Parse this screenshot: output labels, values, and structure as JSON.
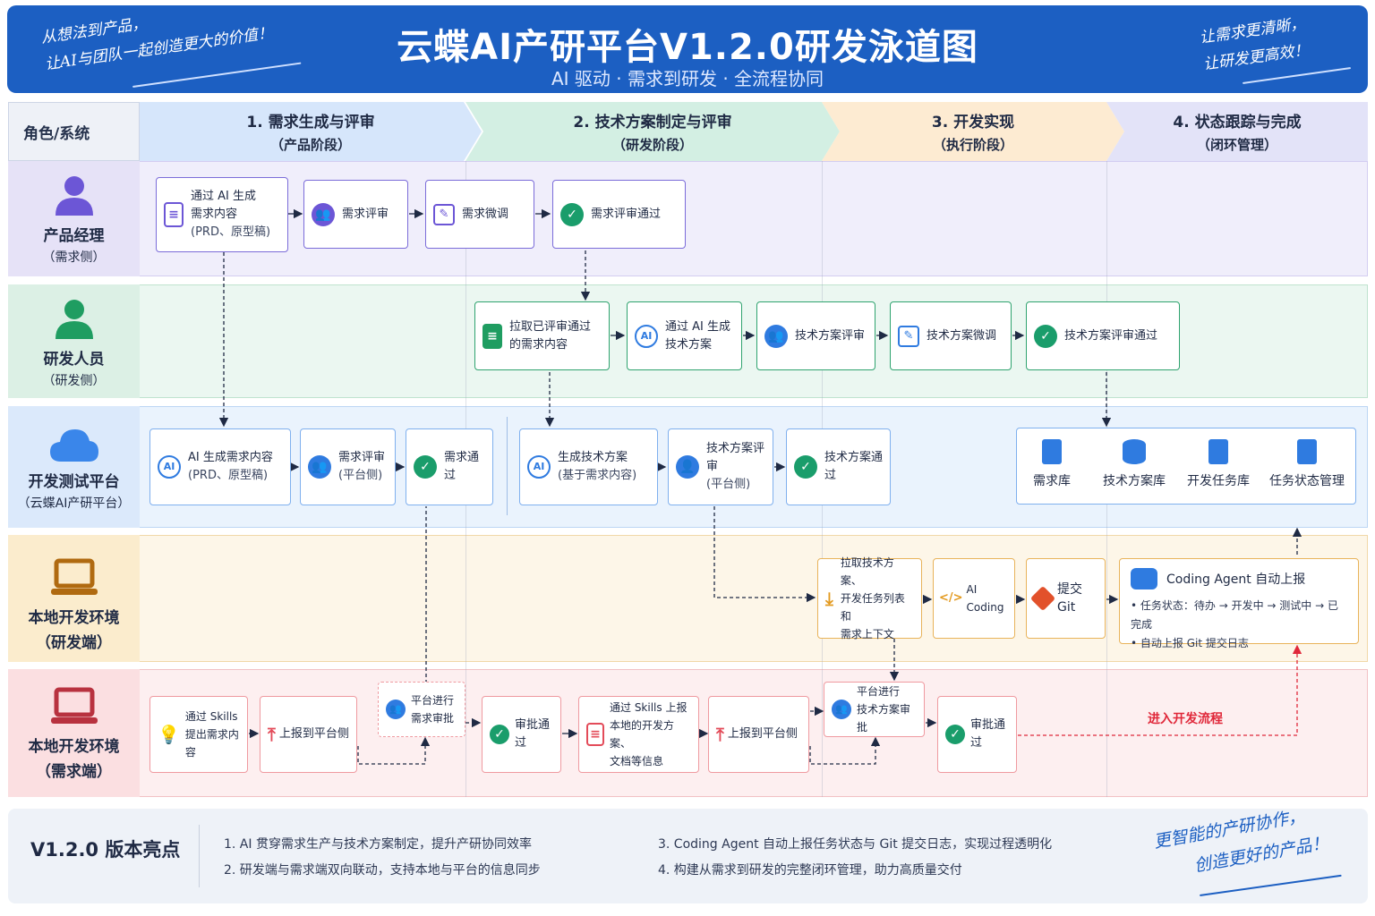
{
  "header": {
    "title": "云蝶AI产研平台V1.2.0研发泳道图",
    "subtitle": "AI 驱动 · 需求到研发 · 全流程协同",
    "left_slogan_1": "从想法到产品，",
    "left_slogan_2": "让AI与团队一起创造更大的价值！",
    "right_slogan_1": "让需求更清晰，",
    "right_slogan_2": "让研发更高效！"
  },
  "phases": {
    "role_header": "角色/系统",
    "items": [
      {
        "title": "1. 需求生成与评审",
        "sub": "（产品阶段）"
      },
      {
        "title": "2. 技术方案制定与评审",
        "sub": "（研发阶段）"
      },
      {
        "title": "3. 开发实现",
        "sub": "（执行阶段）"
      },
      {
        "title": "4. 状态跟踪与完成",
        "sub": "（闭环管理）"
      }
    ]
  },
  "lanes": {
    "pm": {
      "title": "产品经理",
      "sub": "（需求侧）"
    },
    "dev": {
      "title": "研发人员",
      "sub": "（研发侧）"
    },
    "platform": {
      "title": "开发测试平台",
      "sub": "（云蝶AI产研平台）"
    },
    "local_dev": {
      "title": "本地开发环境",
      "sub": "（研发端）"
    },
    "local_req": {
      "title": "本地开发环境",
      "sub": "（需求端）"
    }
  },
  "nodes": {
    "pm_ai": {
      "l1": "通过 AI 生成",
      "l2": "需求内容",
      "l3": "(PRD、原型稿)"
    },
    "pm_review": {
      "l1": "需求评审"
    },
    "pm_adjust": {
      "l1": "需求微调"
    },
    "pm_pass": {
      "l1": "需求评审通过"
    },
    "dev_pull": {
      "l1": "拉取已评审通过",
      "l2": "的需求内容"
    },
    "dev_ai": {
      "l1": "通过 AI 生成",
      "l2": "技术方案"
    },
    "dev_review": {
      "l1": "技术方案评审"
    },
    "dev_adjust": {
      "l1": "技术方案微调"
    },
    "dev_pass": {
      "l1": "技术方案评审通过"
    },
    "pf_ai": {
      "l1": "AI 生成需求内容",
      "l2": "(PRD、原型稿)"
    },
    "pf_review": {
      "l1": "需求评审",
      "l2": "(平台侧)"
    },
    "pf_pass": {
      "l1": "需求通过"
    },
    "pf_tech": {
      "l1": "生成技术方案",
      "l2": "(基于需求内容)"
    },
    "pf_tech_review": {
      "l1": "技术方案评审",
      "l2": "(平台侧)"
    },
    "pf_tech_pass": {
      "l1": "技术方案通过"
    },
    "repo": [
      "需求库",
      "技术方案库",
      "开发任务库",
      "任务状态管理"
    ],
    "ld_pull": {
      "l1": "拉取技术方案、",
      "l2": "开发任务列表和",
      "l3": "需求上下文"
    },
    "ld_coding": {
      "l1": "AI Coding"
    },
    "ld_git": {
      "l1": "提交 Git"
    },
    "ld_agent": {
      "title": "Coding Agent 自动上报",
      "b1": "• 任务状态：待办 → 开发中 → 测试中 → 已完成",
      "b2": "• 自动上报 Git 提交日志"
    },
    "lr_skills": {
      "l1": "通过 Skills",
      "l2": "提出需求内容"
    },
    "lr_upload": {
      "l1": "上报到平台侧"
    },
    "lr_approve": {
      "l1": "平台进行",
      "l2": "需求审批"
    },
    "lr_pass": {
      "l1": "审批通过"
    },
    "lr_skills2": {
      "l1": "通过 Skills 上报",
      "l2": "本地的开发方案、",
      "l3": "文档等信息"
    },
    "lr_upload2": {
      "l1": "上报到平台侧"
    },
    "lr_approve2": {
      "l1": "平台进行",
      "l2": "技术方案审批"
    },
    "lr_pass2": {
      "l1": "审批通过"
    },
    "enter_flow": "进入开发流程"
  },
  "footer": {
    "title": "V1.2.0 版本亮点",
    "items": [
      "1.   AI 贯穿需求生产与技术方案制定，提升产研协同效率",
      "2.   研发端与需求端双向联动，支持本地与平台的信息同步",
      "3.   Coding Agent 自动上报任务状态与 Git 提交日志，实现过程透明化",
      "4.   构建从需求到研发的完整闭环管理，助力高质量交付"
    ],
    "slogan_1": "更智能的产研协作，",
    "slogan_2": "创造更好的产品！"
  },
  "colors": {
    "header": "#1c5fc2",
    "purple": "#6c56d6",
    "green": "#1f9d61",
    "blue": "#2f7be0",
    "orange": "#e39a20",
    "red": "#e34b59"
  }
}
